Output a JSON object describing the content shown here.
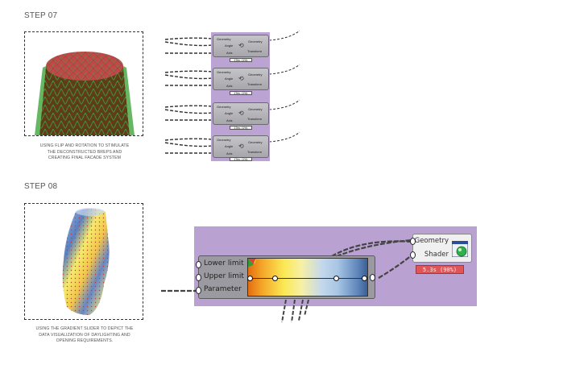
{
  "steps": [
    {
      "title": "STEP 07",
      "caption_lines": [
        "USING FLIP AND ROTATION TO STIMULATE",
        "THE DECONSTRUCTED BREPS AND",
        "CREATING FINAL FACADE SYSTEM"
      ],
      "image": "red-green-cylindrical-facade-render"
    },
    {
      "title": "STEP 08",
      "caption_lines": [
        "USING THE GRADIENT SLIDER TO DEPICT THE",
        "DATA VISUALIZATION OF DAYLIGHTING AND",
        "OPENING REQUIREMENTS."
      ],
      "image": "gradient-colored-tower-render"
    }
  ],
  "rotate_nodes": {
    "inputs": [
      "Geometry",
      "Angle",
      "Axis"
    ],
    "outputs": [
      "Geometry",
      "Transform"
    ],
    "icon": "rotate-icon",
    "tags": [
      "1Ten. (1%)",
      "1Ten. (1%)",
      "1Ten. (1%)",
      "1Ten. (1%)"
    ]
  },
  "gradient_node": {
    "inputs": [
      "Lower limit",
      "Upper limit",
      "Parameter"
    ],
    "icon": "gradient-wheel-icon",
    "grip_positions": [
      0.0,
      0.22,
      0.75,
      1.0
    ],
    "colors": [
      "#e46d0f",
      "#fbe854",
      "#a8c6e4",
      "#3b5f96"
    ]
  },
  "shader_node": {
    "inputs": [
      "Geometry",
      "Shader"
    ],
    "icon": "preview-shader-icon",
    "tag": "5.3s (90%)"
  }
}
